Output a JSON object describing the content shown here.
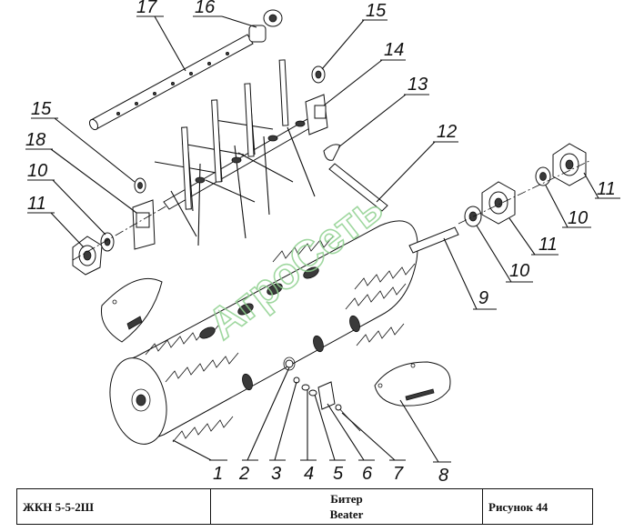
{
  "drawing": {
    "watermark": "АгроСеть",
    "callouts": [
      "1",
      "2",
      "3",
      "4",
      "5",
      "6",
      "7",
      "8",
      "9",
      "10",
      "10",
      "11",
      "11",
      "11",
      "12",
      "13",
      "14",
      "15",
      "15",
      "16",
      "17",
      "18"
    ]
  },
  "title_block": {
    "model": "ЖКН 5-5-2Ш",
    "name_ru": "Битер",
    "name_en": "Beater",
    "figure": "Рисунок 44"
  }
}
